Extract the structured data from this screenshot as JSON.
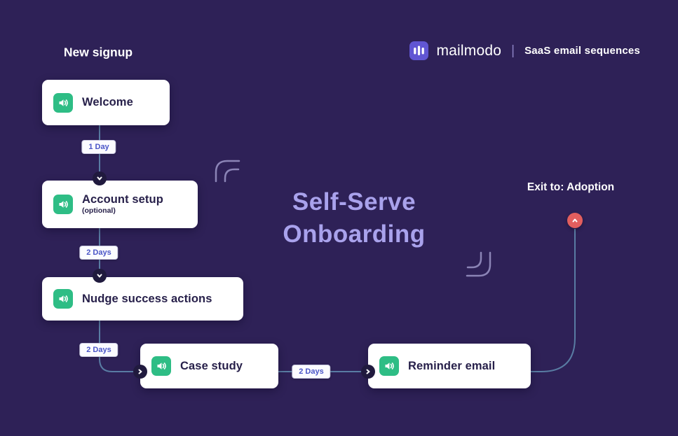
{
  "header": {
    "brand": "mailmodo",
    "divider": "|",
    "tagline": "SaaS email sequences"
  },
  "title": {
    "line1": "Self-Serve",
    "line2": "Onboarding"
  },
  "flow": {
    "entry_label": "New signup",
    "exit_label": "Exit to: Adoption",
    "nodes": [
      {
        "label": "Welcome"
      },
      {
        "label": "Account setup",
        "sublabel": "(optional)"
      },
      {
        "label": "Nudge success actions"
      },
      {
        "label": "Case study"
      },
      {
        "label": "Reminder email"
      }
    ],
    "delays": [
      {
        "label": "1 Day"
      },
      {
        "label": "2 Days"
      },
      {
        "label": "2 Days"
      },
      {
        "label": "2 Days"
      }
    ]
  },
  "colors": {
    "background": "#2E2157",
    "card_bg": "#FFFFFF",
    "card_text": "#27204A",
    "email_icon_bg": "#2EBD85",
    "connector_line": "#597CA3",
    "delay_badge_text": "#4A55C7",
    "title_text": "#A9A2EC",
    "step_dot": "#201A3E",
    "exit_dot": "#E25E5E",
    "logo_bg": "#6156D3"
  }
}
